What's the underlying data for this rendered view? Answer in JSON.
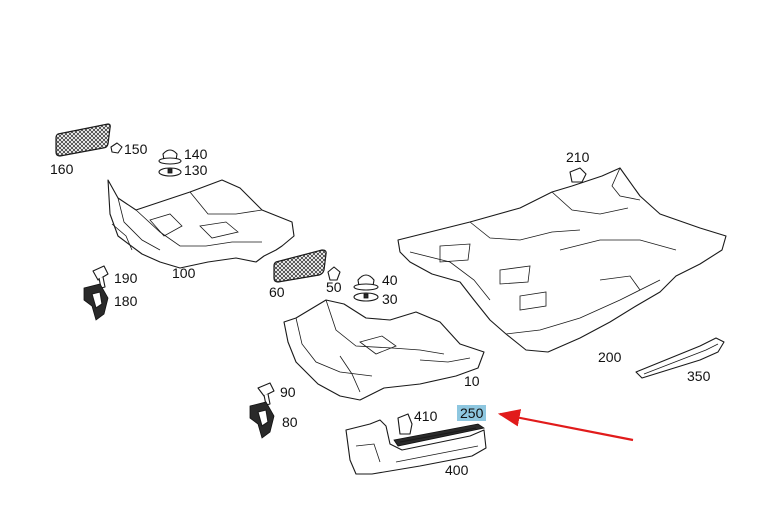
{
  "labels": {
    "l10": "10",
    "l30": "30",
    "l40": "40",
    "l50": "50",
    "l60": "60",
    "l80": "80",
    "l90": "90",
    "l100": "100",
    "l130": "130",
    "l140": "140",
    "l150": "150",
    "l160": "160",
    "l180": "180",
    "l190": "190",
    "l200": "200",
    "l210": "210",
    "l250": "250",
    "l350": "350",
    "l400": "400",
    "l410": "410"
  },
  "highlight": {
    "label": "250",
    "background_color": "#8ec7e0",
    "arrow_color": "#e11b1b"
  }
}
